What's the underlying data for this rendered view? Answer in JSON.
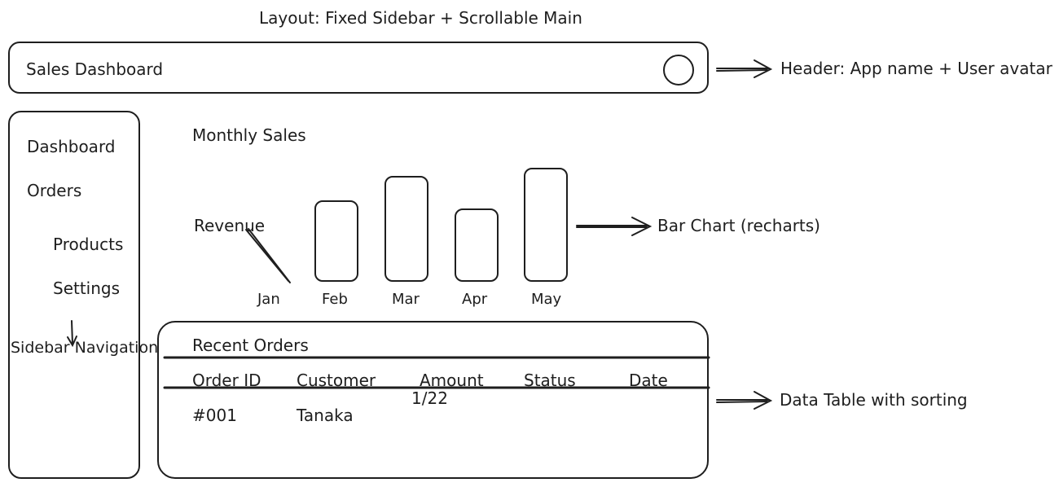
{
  "layout_title": "Layout: Fixed Sidebar + Scrollable Main",
  "header": {
    "app_name": "Sales Dashboard",
    "avatar_icon": "user-avatar-icon",
    "annotation": "Header: App name + User avatar"
  },
  "sidebar": {
    "items": [
      {
        "label": "Dashboard"
      },
      {
        "label": "Orders"
      },
      {
        "label": "Products"
      },
      {
        "label": "Settings"
      }
    ],
    "annotation": "Sidebar Navigation"
  },
  "chart": {
    "annotation": "Bar Chart (recharts)"
  },
  "chart_data": {
    "type": "bar",
    "title": "Monthly Sales",
    "ylabel": "Revenue",
    "xlabel": "",
    "categories": [
      "Jan",
      "Feb",
      "Mar",
      "Apr",
      "May"
    ],
    "values": [
      0,
      100,
      130,
      90,
      140
    ],
    "ylim": [
      0,
      150
    ],
    "grid": false
  },
  "table": {
    "title": "Recent Orders",
    "columns": [
      "Order ID",
      "Customer",
      "Amount",
      "Status",
      "Date"
    ],
    "rows": [
      {
        "order_id": "#001",
        "customer": "Tanaka",
        "amount": "1/22",
        "status": "",
        "date": ""
      }
    ],
    "annotation": "Data Table with sorting"
  }
}
